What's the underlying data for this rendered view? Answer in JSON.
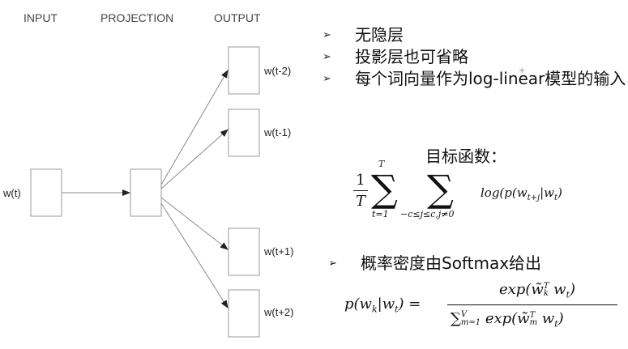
{
  "diagram": {
    "headers": {
      "input": "INPUT",
      "projection": "PROJECTION",
      "output": "OUTPUT"
    },
    "input_word": "w(t)",
    "output_words": [
      "w(t-2)",
      "w(t-1)",
      "w(t+1)",
      "w(t+2)"
    ]
  },
  "bullets": [
    {
      "mark": "➢",
      "text": "无隐层"
    },
    {
      "mark": "➢",
      "text": "投影层也可省略"
    },
    {
      "mark": "➢",
      "text": "每个词向量作为log-linear模型的输入"
    }
  ],
  "objective": {
    "title": "目标函数：",
    "frac_num": "1",
    "frac_den": "T",
    "outer_upper": "T",
    "outer_lower": "t=1",
    "inner_lower": "−c≤j≤c,j≠0",
    "term": "log(p(w_{t+j}|w_t)"
  },
  "softmax": {
    "mark": "➢",
    "text": "概率密度由Softmax给出",
    "lhs": "p(w_k|w_t) =",
    "numerator": "exp(w̃_k^T w_t)",
    "denominator": "∑_{m=1}^{V} exp(w̃_m^T w_t)"
  }
}
